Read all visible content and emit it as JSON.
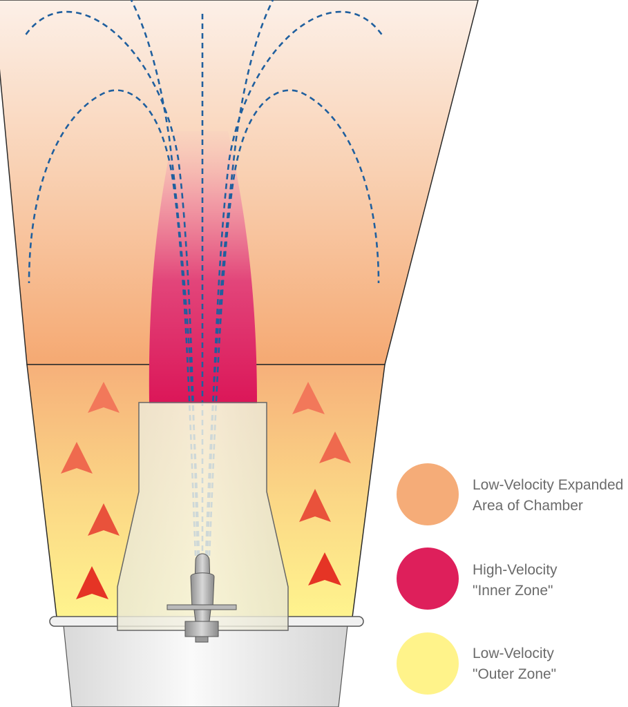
{
  "legend": {
    "items": [
      {
        "color": "#F5AC78",
        "line1": "Low-Velocity Expanded",
        "line2": "Area of Chamber"
      },
      {
        "color": "#DE1F5B",
        "line1": "High-Velocity",
        "line2": "\"Inner Zone\""
      },
      {
        "color": "#FFF38A",
        "line1": "Low-Velocity",
        "line2": "\"Outer Zone\""
      }
    ]
  },
  "colors": {
    "expanded_area_top": "#FCEFE6",
    "expanded_area_bottom": "#F5AA74",
    "outer_zone_top": "#F6B27A",
    "outer_zone_bottom": "#FFF48E",
    "inner_flame": "#DE1F5B",
    "flow_lines": "#1F5F9E",
    "arrows_upper": "#F2785A",
    "arrows_lower": "#E53425"
  }
}
